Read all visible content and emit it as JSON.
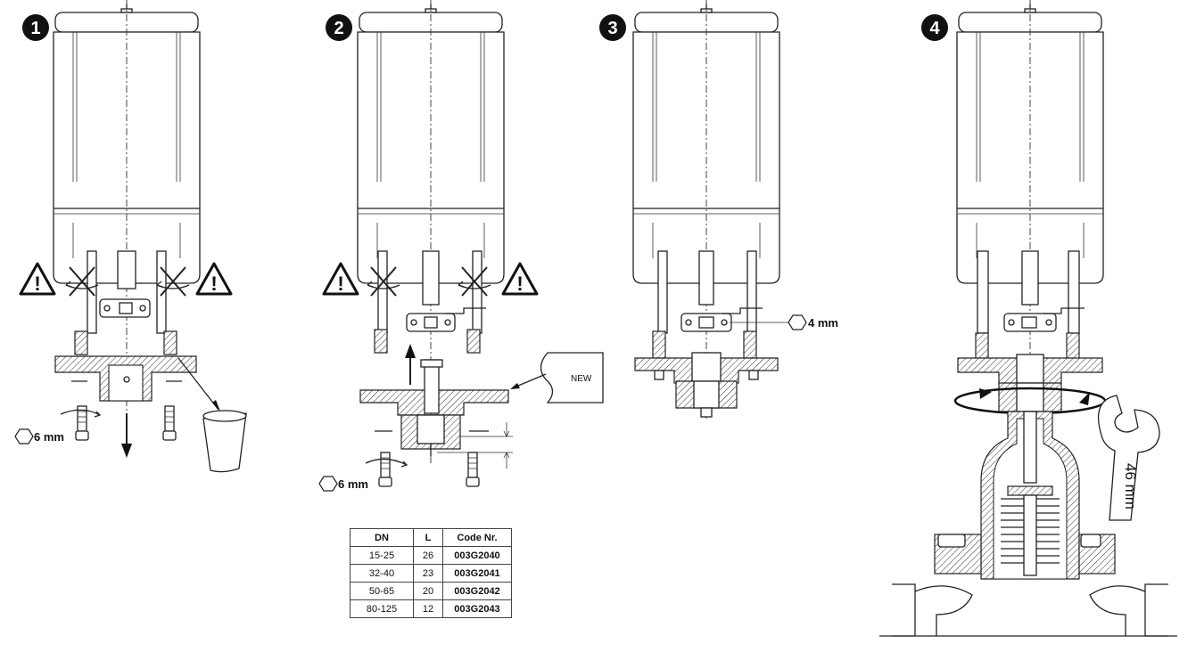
{
  "steps": [
    {
      "number": "1"
    },
    {
      "number": "2"
    },
    {
      "number": "3"
    },
    {
      "number": "4"
    }
  ],
  "labels": {
    "hex_6mm_step1": "6 mm",
    "hex_6mm_step2": "6 mm",
    "hex_4mm_step3": "4 mm",
    "new_part": "NEW",
    "wrench_size": "46 mm"
  },
  "table": {
    "headers": [
      "DN",
      "L",
      "Code Nr."
    ],
    "rows": [
      [
        "15-25",
        "26",
        "003G2040"
      ],
      [
        "32-40",
        "23",
        "003G2041"
      ],
      [
        "50-65",
        "20",
        "003G2042"
      ],
      [
        "80-125",
        "12",
        "003G2043"
      ]
    ]
  }
}
